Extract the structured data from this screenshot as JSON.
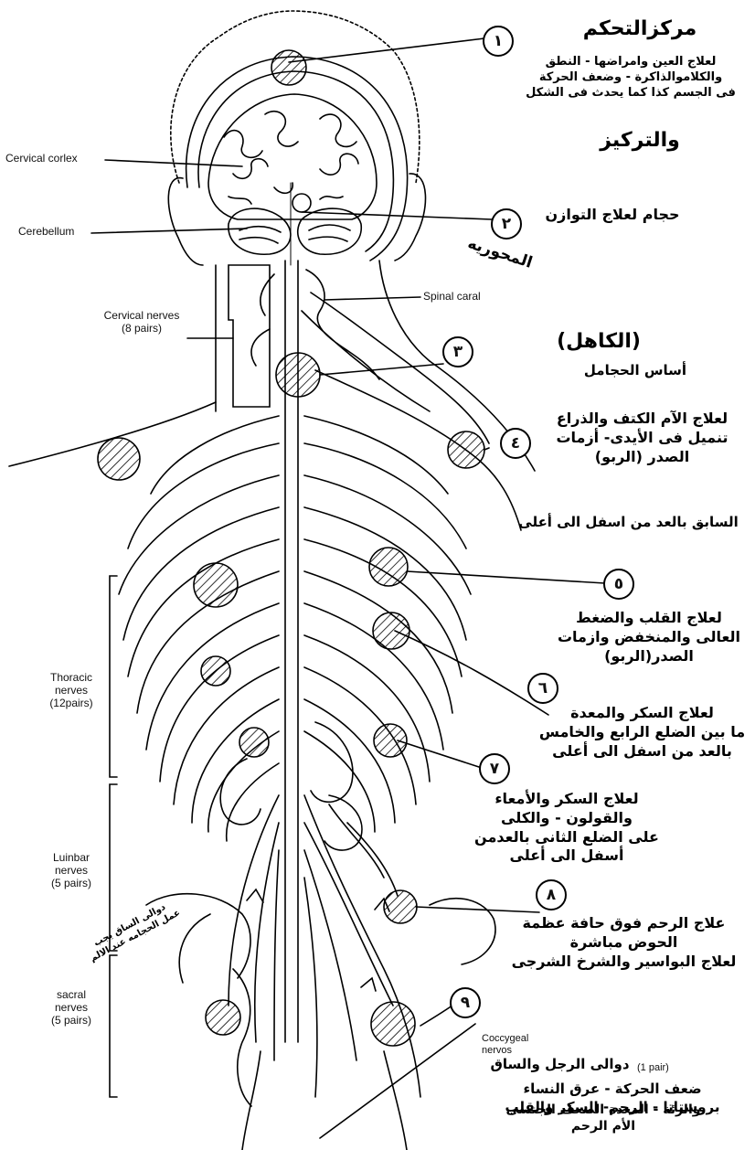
{
  "english_labels": {
    "cervical_cortex": "Cervical corlex",
    "cerebellum": "Cerebellum",
    "spinal_cord": "Spinal caral",
    "cervical_nerves": [
      "Cervical nerves",
      "(8 pairs)"
    ],
    "thoracic_nerves": [
      "Thoracic",
      "nerves",
      "(12pairs)"
    ],
    "lumbar_nerves": [
      "Luinbar",
      "nerves",
      "(5 pairs)"
    ],
    "sacral_nerves": [
      "sacral",
      "nerves",
      "(5 pairs)"
    ],
    "coccygeal_nerves": [
      "Coccygeal",
      "nervos",
      "(1 pair)"
    ]
  },
  "numbers": [
    "١",
    "٢",
    "٣",
    "٤",
    "٥",
    "٦",
    "٧",
    "٨",
    "٩"
  ],
  "arabic": {
    "p1_title": "مركزالتحكم",
    "p1_lines": [
      "لعلاج العين وامراضها - النطق",
      "والكلاموالذاكرة - وضعف الحركة",
      "فى الجسم كذا كما يحدث فى الشكل"
    ],
    "p1_extra": "والتركيز",
    "p2": "حجام لعلاج التوازن",
    "p2_side": "المحوريه",
    "p3_title": "(الكاهل)",
    "p3_sub": "أساس الحجامل",
    "p4_lines": [
      "لعلاج الآم الكتف والذراع",
      "تنميل فى الأيدى- أزمات",
      "الصدر (الربو)"
    ],
    "p4_note": "السابق بالعد من اسفل الى أعلى",
    "p5_lines": [
      "لعلاج القلب والضغط",
      "العالى والمنخفض وازمات",
      "الصدر(الربو)"
    ],
    "p6_lines": [
      "لعلاج السكر والمعدة",
      "ما بين الضلع الرابع والخامس",
      "بالعد من اسفل الى أعلى"
    ],
    "p7_lines": [
      "لعلاج السكر والأمعاء",
      "والقولون - والكلى",
      "على الضلع الثانى بالعدمن",
      "أسفل الى أعلى"
    ],
    "p8_lines": [
      "علاج الرحم فوق حافة عظمة",
      "الحوض مباشرة",
      "لعلاج البواسير والشرخ الشرجى"
    ],
    "p9_lines": [
      "دوالى الرجل والساق",
      "ضعف الحركة - عرق النساء",
      "بروستاتا - الرحم- السكر والقلب",
      "والرئة - المعدة الضعف الجنسى",
      "الأم الرحم"
    ],
    "side_note": [
      "دوالى الساق يجب",
      "عمل الحجامه عند الالم"
    ]
  }
}
